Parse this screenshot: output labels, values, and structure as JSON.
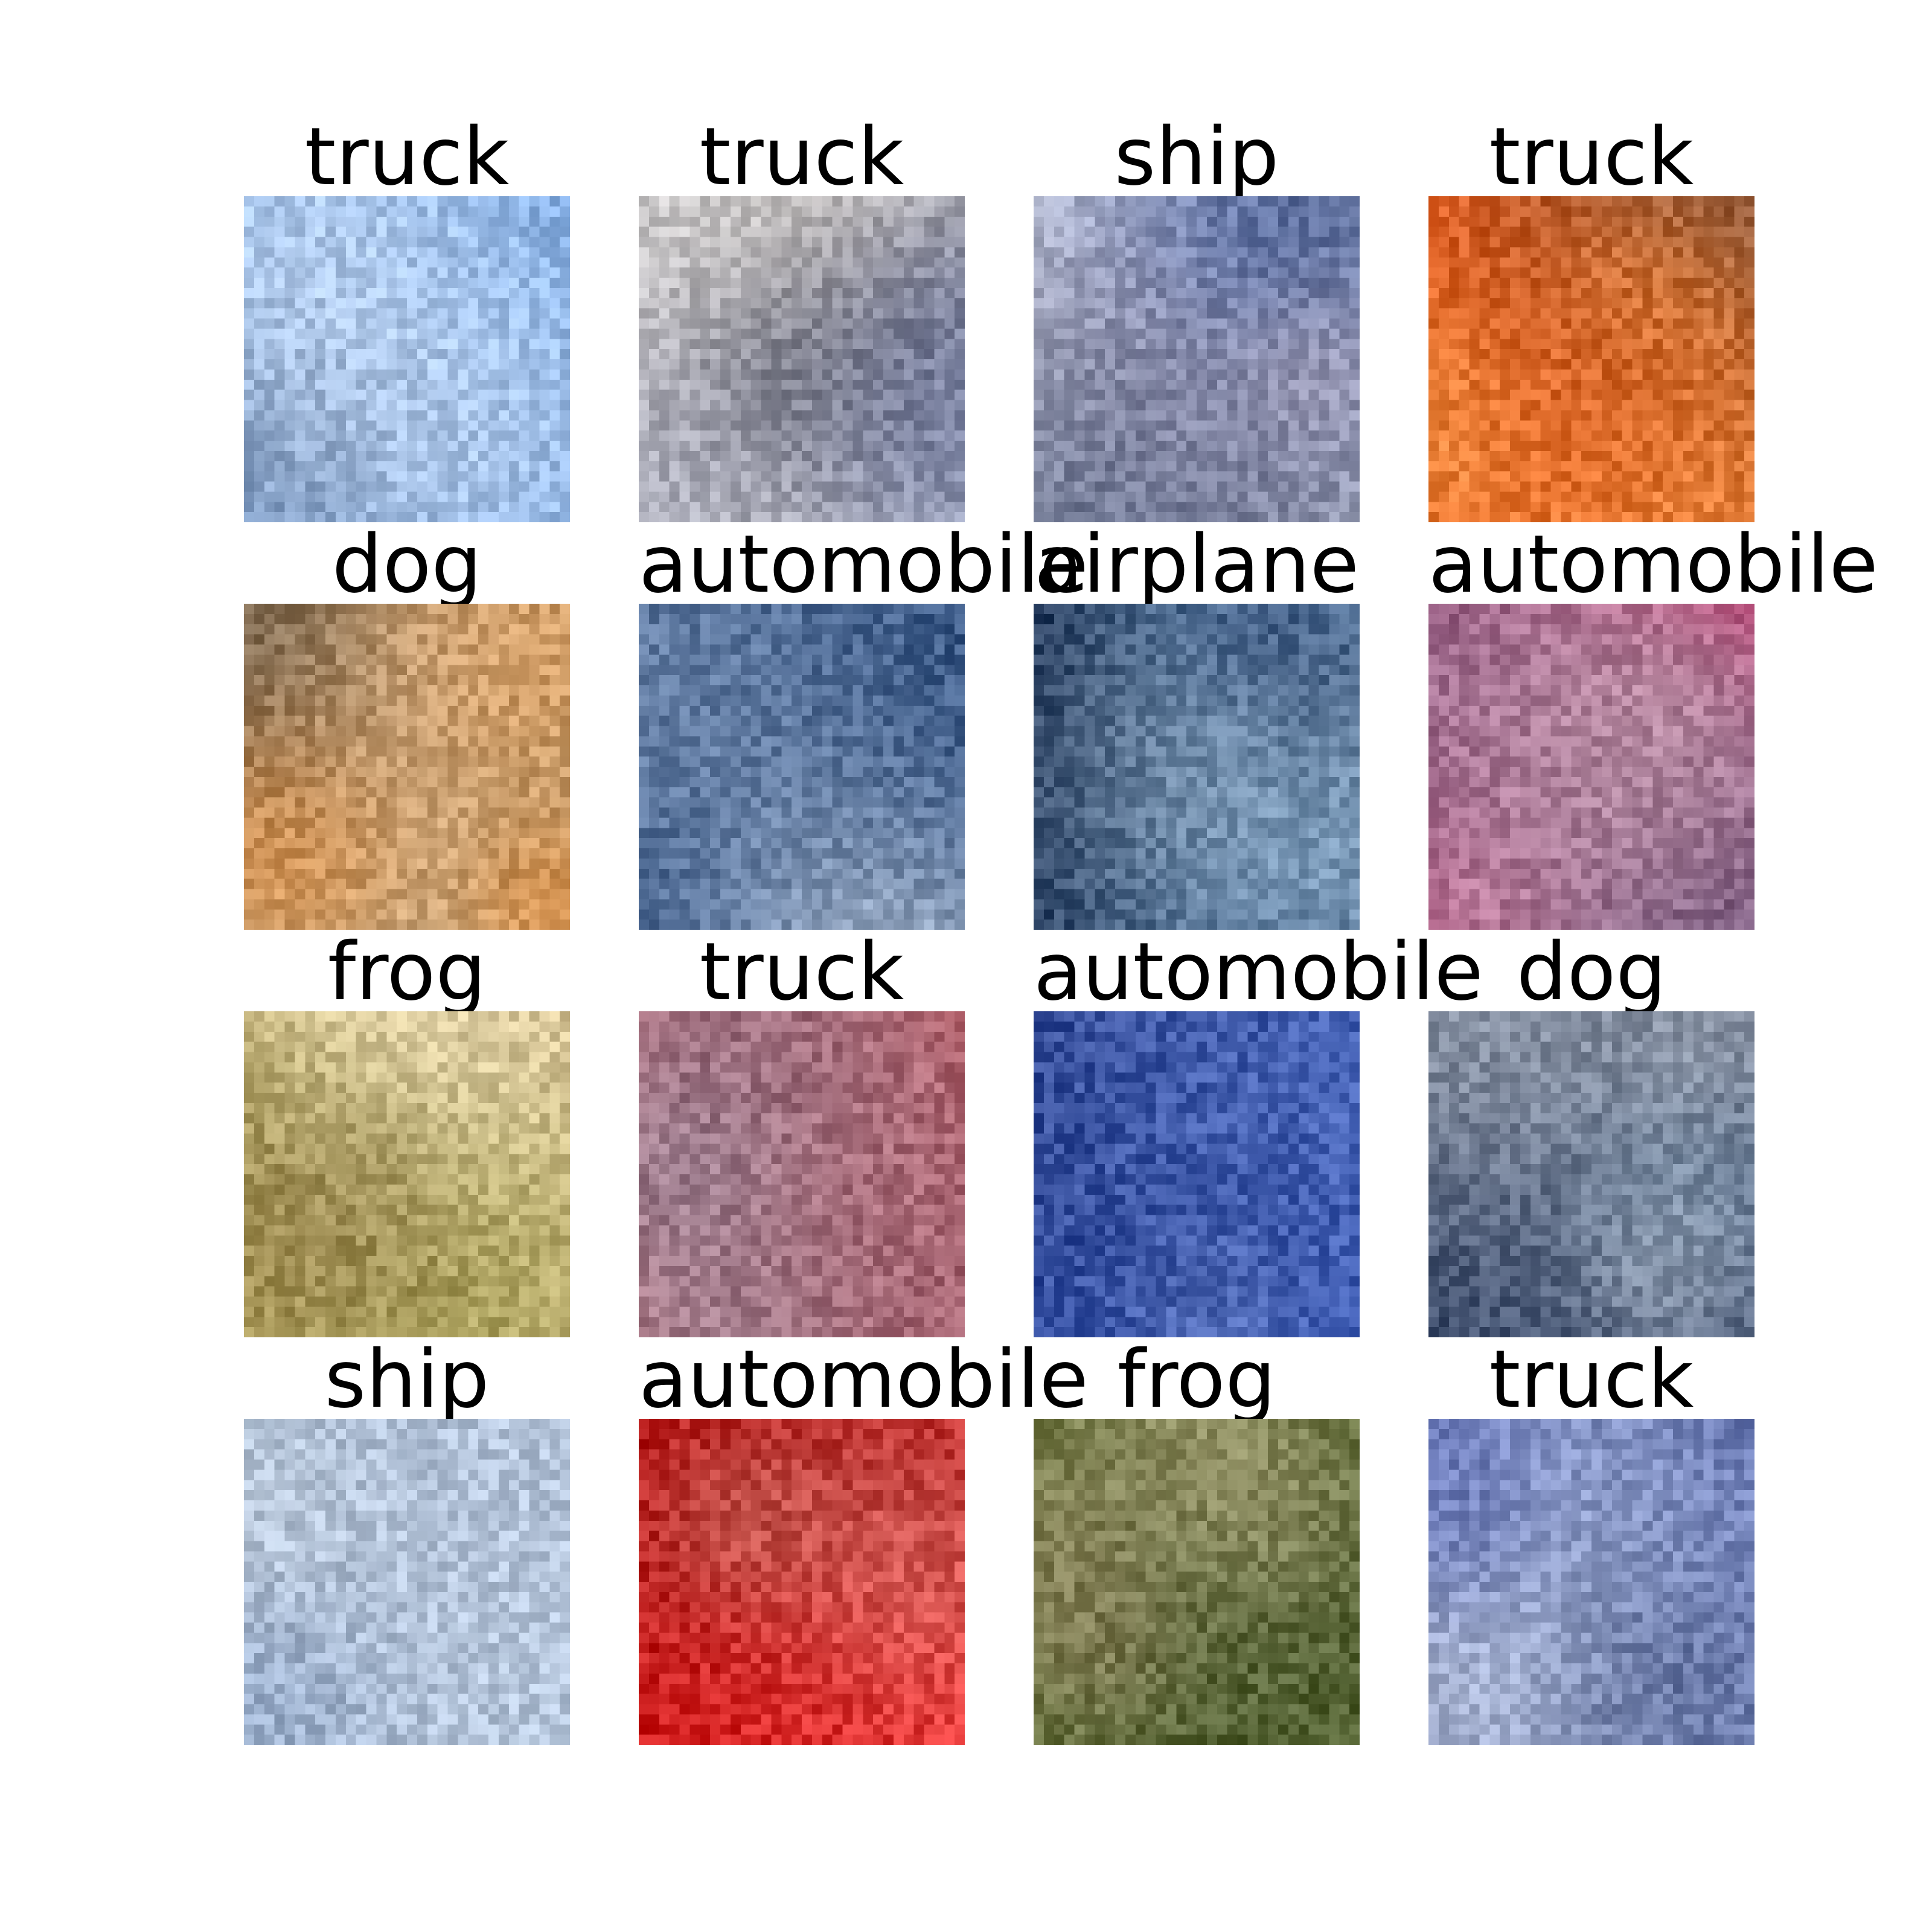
{
  "samples": [
    {
      "label": "truck",
      "palette": [
        "#6ea0e0",
        "#8fb7ec",
        "#c8d8ee",
        "#3a4a66",
        "#e8eef6",
        "#5c7fb8"
      ]
    },
    {
      "label": "truck",
      "palette": [
        "#d9dde6",
        "#2e3a6a",
        "#7a86b0",
        "#a89070",
        "#f4f4f6",
        "#1c2238"
      ]
    },
    {
      "label": "ship",
      "palette": [
        "#ffffff",
        "#1e2e5a",
        "#2a4a8a",
        "#e6eaf2",
        "#4a6ab0",
        "#d8c0c8"
      ]
    },
    {
      "label": "truck",
      "palette": [
        "#e85a1a",
        "#f07a20",
        "#b03a1a",
        "#c8a888",
        "#6a5a4a",
        "#f4a050"
      ]
    },
    {
      "label": "dog",
      "palette": [
        "#d8c0a0",
        "#b89a70",
        "#3a2a1a",
        "#e0781a",
        "#f0e0c8",
        "#8a6a4a"
      ]
    },
    {
      "label": "automobile",
      "palette": [
        "#2a4a7a",
        "#e8f0f8",
        "#4a6a9a",
        "#8aa0c0",
        "#1a2a4a",
        "#c8d8e8"
      ]
    },
    {
      "label": "airplane",
      "palette": [
        "#0a1a3a",
        "#1a2a5a",
        "#c8e0f0",
        "#6a9ac8",
        "#2a4a8a",
        "#e8f4f8"
      ]
    },
    {
      "label": "automobile",
      "palette": [
        "#d02060",
        "#e84080",
        "#4a5a7a",
        "#c8c0c0",
        "#2a3a5a",
        "#f0a0b8"
      ]
    },
    {
      "label": "frog",
      "palette": [
        "#d8c090",
        "#b8a060",
        "#8a7040",
        "#f0e0c0",
        "#a0a050",
        "#6a5030"
      ]
    },
    {
      "label": "truck",
      "palette": [
        "#c84040",
        "#e06060",
        "#8aa0b8",
        "#5a6a8a",
        "#d8c8c8",
        "#3a3a4a"
      ]
    },
    {
      "label": "automobile",
      "palette": [
        "#3a5ab8",
        "#5a7ad0",
        "#e8e0d8",
        "#1a2a6a",
        "#f8f4f0",
        "#8aa0d8"
      ]
    },
    {
      "label": "dog",
      "palette": [
        "#1a2a4a",
        "#d8e8f0",
        "#a8c8e0",
        "#2a3a5a",
        "#f0f4f8",
        "#4a5a7a"
      ]
    },
    {
      "label": "ship",
      "palette": [
        "#c8d8e8",
        "#e8eef6",
        "#1a3a7a",
        "#8aa0b8",
        "#f4f8fc",
        "#4a6aa0"
      ]
    },
    {
      "label": "automobile",
      "palette": [
        "#e81a1a",
        "#f04040",
        "#c8b8a0",
        "#3a4a7a",
        "#e8d8c8",
        "#a01010"
      ]
    },
    {
      "label": "frog",
      "palette": [
        "#6a7a3a",
        "#8a8a5a",
        "#a89070",
        "#4a5a2a",
        "#c8b890",
        "#3a4a2a"
      ]
    },
    {
      "label": "truck",
      "palette": [
        "#1a2a7a",
        "#3a4aa8",
        "#c8d8e8",
        "#e8eef6",
        "#5a6ac8",
        "#0a1a4a"
      ]
    }
  ]
}
